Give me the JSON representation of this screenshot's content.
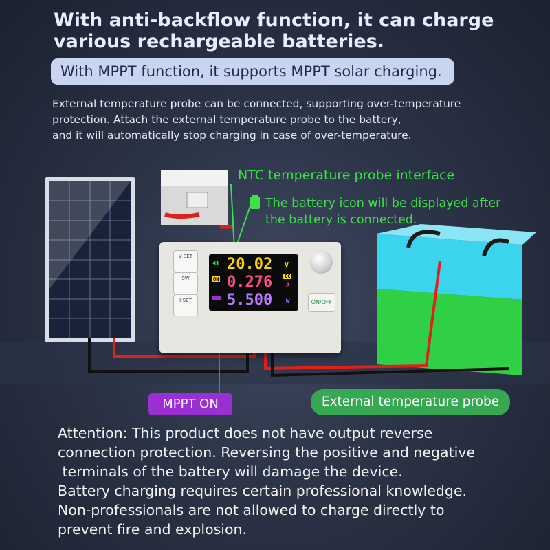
{
  "headline": {
    "line1": "With anti-backflow function, it can charge",
    "line2": "various rechargeable batteries."
  },
  "mppt_pill": "With MPPT function, it supports MPPT solar charging.",
  "probe_desc": {
    "line1": "External temperature probe can be connected, supporting over-temperature",
    "line2": "protection. Attach the external temperature probe to the battery,",
    "line3": "and it will automatically stop charging in case of over-temperature."
  },
  "callouts": {
    "ntc": "NTC temperature probe interface",
    "battery_line1": "The battery icon will be displayed after",
    "battery_line2": "the battery is connected.",
    "mppt_on": "MPPT ON",
    "external_probe": "External temperature probe"
  },
  "device": {
    "btn_vset": "V-SET",
    "btn_sw": "SW",
    "btn_iset": "I-SET",
    "btn_onoff": "ON/OFF",
    "voltage": "20.02",
    "voltage_unit": "V",
    "current": "0.276",
    "current_unit": "A",
    "cc_badge": "CC",
    "on_badge": "ON",
    "power": "5.500",
    "power_unit": "W"
  },
  "attention": {
    "line1": "Attention: This product does not have output reverse",
    "line2": "connection protection. Reversing the positive and negative",
    "line3": " terminals of the battery will damage the device.",
    "line4": "Battery charging requires certain professional knowledge.",
    "line5": "Non-professionals are not allowed to charge directly to",
    "line6": "prevent fire and explosion."
  },
  "colors": {
    "green_callout": "#3ee04a",
    "purple_badge": "#9a2fd2",
    "green_pill": "#37a852",
    "wire_red": "#e0201a"
  }
}
